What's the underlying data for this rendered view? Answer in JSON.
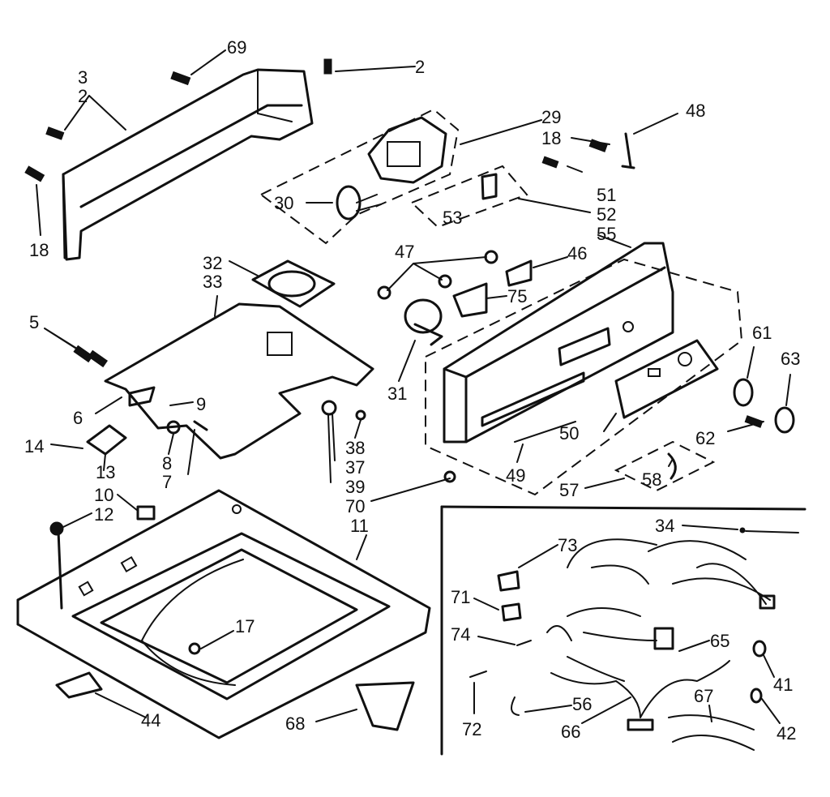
{
  "labels": {
    "l69": "69",
    "l2a": "2",
    "l3": "3",
    "l2b": "2",
    "l18a": "18",
    "l29": "29",
    "l48": "48",
    "l18b": "18",
    "l30": "30",
    "l53": "53",
    "l51": "51",
    "l52": "52",
    "l55": "55",
    "l32": "32",
    "l33": "33",
    "l47": "47",
    "l46": "46",
    "l75": "75",
    "l5": "5",
    "l31": "31",
    "l61": "61",
    "l63": "63",
    "l6": "6",
    "l9": "9",
    "l50": "50",
    "l62": "62",
    "l14": "14",
    "l8": "8",
    "l38": "38",
    "l37": "37",
    "l13": "13",
    "l7": "7",
    "l49": "49",
    "l58": "58",
    "l39": "39",
    "l57": "57",
    "l10": "10",
    "l70": "70",
    "l12": "12",
    "l11": "11",
    "l34": "34",
    "l73": "73",
    "l71": "71",
    "l65": "65",
    "l74": "74",
    "l17": "17",
    "l41": "41",
    "l67": "67",
    "l56": "56",
    "l44": "44",
    "l68": "68",
    "l66": "66",
    "l72": "72",
    "l42": "42"
  },
  "colors": {
    "ink": "#111111",
    "paper": "#ffffff"
  }
}
